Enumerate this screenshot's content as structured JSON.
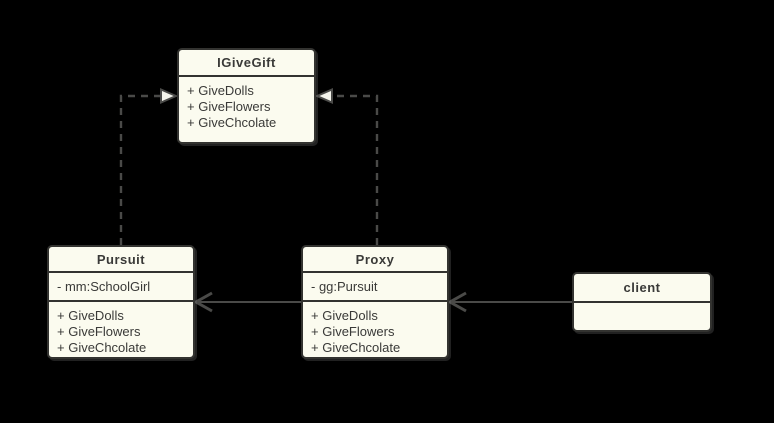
{
  "diagram": {
    "kind": "uml-class-diagram",
    "pattern": "Proxy",
    "colors": {
      "background": "#000000",
      "node_fill": "#fbfbef",
      "node_stroke": "#333330",
      "text": "#3a3a38",
      "connector": "#4a4a48"
    },
    "classes": {
      "igivegift": {
        "title": "IGiveGift",
        "methods": [
          "+ GiveDolls",
          "+ GiveFlowers",
          "+ GiveChcolate"
        ]
      },
      "pursuit": {
        "title": "Pursuit",
        "attributes": [
          "- mm:SchoolGirl"
        ],
        "methods": [
          "+ GiveDolls",
          "+ GiveFlowers",
          "+ GiveChcolate"
        ]
      },
      "proxy": {
        "title": "Proxy",
        "attributes": [
          "- gg:Pursuit"
        ],
        "methods": [
          "+ GiveDolls",
          "+ GiveFlowers",
          "+ GiveChcolate"
        ]
      },
      "client": {
        "title": "client",
        "attributes": [],
        "methods": []
      }
    },
    "relations": [
      {
        "from": "Pursuit",
        "to": "IGiveGift",
        "type": "realization",
        "line": "dashed",
        "arrowhead": "hollow-triangle"
      },
      {
        "from": "Proxy",
        "to": "IGiveGift",
        "type": "realization",
        "line": "dashed",
        "arrowhead": "hollow-triangle"
      },
      {
        "from": "Proxy",
        "to": "Pursuit",
        "type": "association",
        "line": "solid",
        "arrowhead": "open"
      },
      {
        "from": "client",
        "to": "Proxy",
        "type": "association",
        "line": "solid",
        "arrowhead": "open"
      }
    ]
  }
}
